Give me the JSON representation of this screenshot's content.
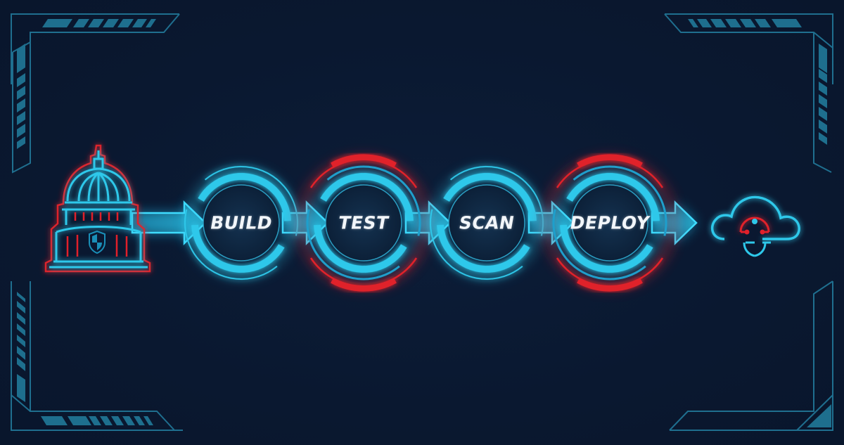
{
  "diagram": {
    "type": "pipeline",
    "source": {
      "icon": "capitol-building-shield-icon"
    },
    "destination": {
      "icon": "cloud-gauge-icon"
    },
    "stages": [
      {
        "label": "BUILD",
        "highlight": false
      },
      {
        "label": "TEST",
        "highlight": true
      },
      {
        "label": "SCAN",
        "highlight": false
      },
      {
        "label": "DEPLOY",
        "highlight": true
      }
    ],
    "connections": [
      {
        "from": "capitol",
        "to": "BUILD"
      },
      {
        "from": "BUILD",
        "to": "TEST"
      },
      {
        "from": "TEST",
        "to": "SCAN"
      },
      {
        "from": "SCAN",
        "to": "DEPLOY"
      },
      {
        "from": "DEPLOY",
        "to": "cloud"
      }
    ]
  },
  "colors": {
    "background": "#0a1830",
    "cyan": "#2ec8ea",
    "cyan_dark": "#1a8fb8",
    "red": "#e0202a",
    "frame": "#1f6f8f",
    "text": "#f2f6fa"
  }
}
